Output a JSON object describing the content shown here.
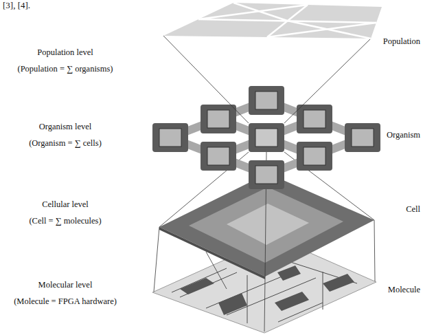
{
  "diagram": {
    "labels": [
      "[3], [4].",
      "Population level",
      "(Population = ∑ organisms)",
      "Population",
      "Organism level",
      "(Organism = ∑ cells)",
      "Organism",
      "Cellular level",
      "(Cell = ∑ molecules)",
      "Cell",
      "Molecular level",
      "(Molecule = FPGA hardware)",
      "Molecule"
    ]
  }
}
